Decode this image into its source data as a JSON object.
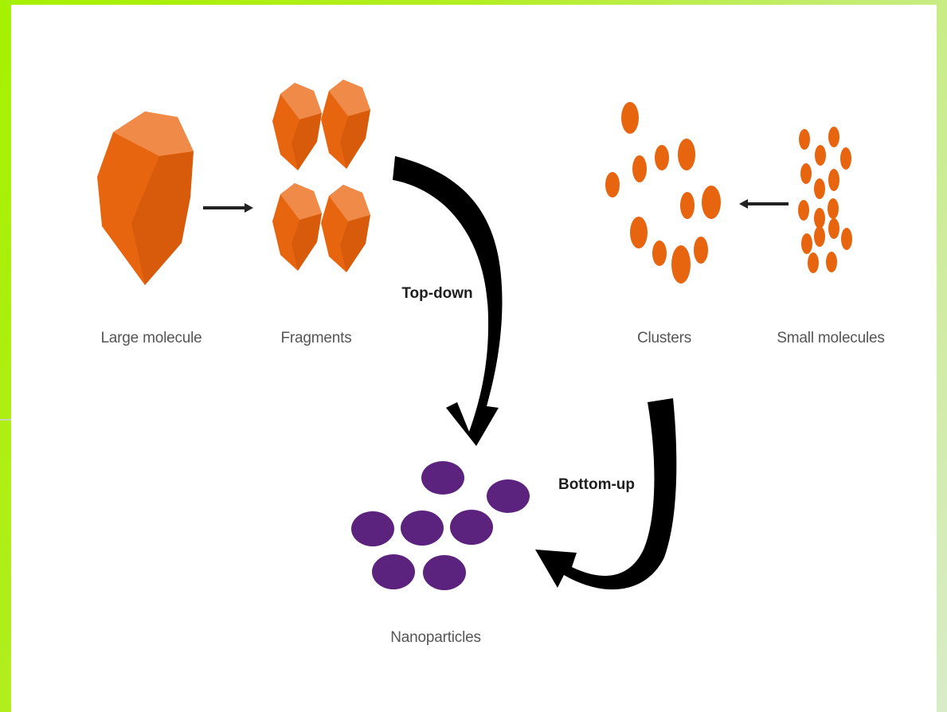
{
  "labels": {
    "large_molecule": "Large molecule",
    "fragments": "Fragments",
    "clusters": "Clusters",
    "small_molecules": "Small molecules",
    "nanoparticles": "Nanoparticles",
    "top_down": "Top-down",
    "bottom_up": "Bottom-up"
  },
  "colors": {
    "orange": "#e8650f",
    "orange_light": "#f08a48",
    "orange_dark": "#c9530a",
    "purple": "#5b237d",
    "arrow": "#000000",
    "text": "#555555"
  }
}
